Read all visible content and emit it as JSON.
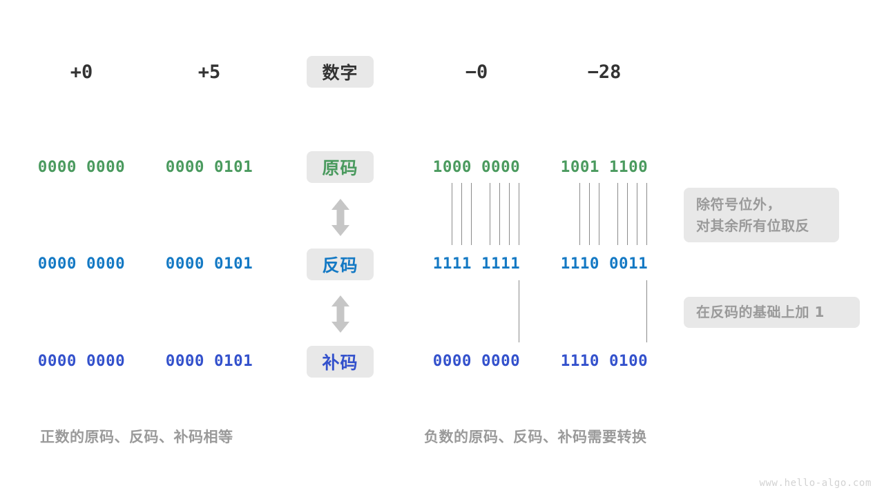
{
  "meta": {
    "watermark": "www.hello-algo.com",
    "colors": {
      "green": "#4a9a5e",
      "blue": "#1479c4",
      "indigo": "#3351cc",
      "dark": "#333333",
      "muted": "#9a9a9a",
      "chip_bg": "#e8e8e8",
      "line": "#8a8a8a",
      "background": "#ffffff"
    }
  },
  "row_labels": {
    "number": "数字",
    "sign_magnitude": "原码",
    "ones_complement": "反码",
    "twos_complement": "补码"
  },
  "columns": [
    {
      "key": "pos0",
      "header": "+0"
    },
    {
      "key": "pos5",
      "header": "+5"
    },
    {
      "key": "neg0",
      "header": "−0"
    },
    {
      "key": "neg28",
      "header": "−28"
    }
  ],
  "rows": [
    {
      "key": "sign_magnitude",
      "label": "原码",
      "color": "green",
      "values": {
        "pos0": "0000 0000",
        "pos5": "0000 0101",
        "neg0": "1000 0000",
        "neg28": "1001 1100"
      }
    },
    {
      "key": "ones_complement",
      "label": "反码",
      "color": "blue",
      "values": {
        "pos0": "0000 0000",
        "pos5": "0000 0101",
        "neg0": "1111 1111",
        "neg28": "1110 0011"
      }
    },
    {
      "key": "twos_complement",
      "label": "补码",
      "color": "indigo",
      "values": {
        "pos0": "0000 0000",
        "pos5": "0000 0101",
        "neg0": "0000 0000",
        "neg28": "1110 0100"
      }
    }
  ],
  "notes": [
    {
      "key": "invert-note",
      "lines": [
        "除符号位外，",
        "对其余所有位取反"
      ]
    },
    {
      "key": "add-one-note",
      "lines": [
        "在反码的基础上加 1"
      ]
    }
  ],
  "captions": {
    "positive": "正数的原码、反码、补码相等",
    "negative": "负数的原码、反码、补码需要转换"
  },
  "arrows": {
    "icon": "double-headed-vertical-arrow",
    "count": 2
  }
}
